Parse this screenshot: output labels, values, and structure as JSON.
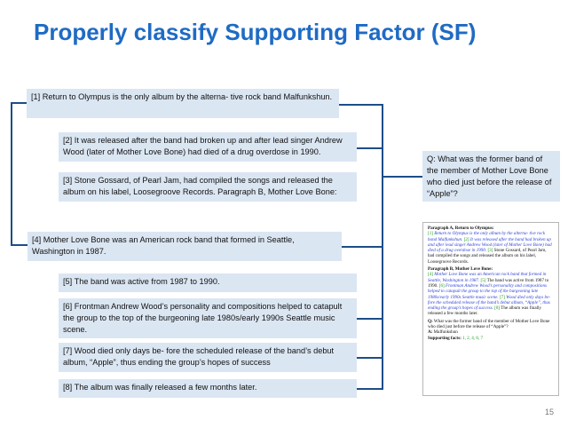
{
  "title": "Properly classify Supporting Factor (SF)",
  "sentences": [
    "[1] Return to Olympus is the only album by the alterna- tive rock band Malfunkshun.",
    "[2] It was released after the band had broken up and after lead singer Andrew Wood (later of Mother Love Bone) had died of a drug overdose in 1990.",
    "[3] Stone Gossard, of Pearl Jam, had compiled the songs and released the album on his label, Loosegroove Records. Paragraph B, Mother Love Bone:",
    "[4] Mother Love Bone was an American rock band that formed in Seattle, Washington in 1987.",
    "[5] The band was active from 1987 to 1990.",
    "[6] Frontman Andrew Wood’s personality and compositions helped to catapult the group to the top of the burgeoning late 1980s/early 1990s Seattle music scene.",
    "[7] Wood died only days be- fore the scheduled release of the band’s debut album, “Apple”, thus ending the group’s hopes of success",
    "[8] The album was finally released a few months later."
  ],
  "question": "Q: What was the former band of the member of Mother Love Bone who died just before the release of “Apple”?",
  "example": {
    "para_a_title": "Paragraph A, Return to Olympus:",
    "a1_num": "[1]",
    "a1_text": "Return to Olympus is the only album by the alterna- tive rock band Malfunkshun.",
    "a2_num": "[2]",
    "a2_text": "It was released after the band had broken up and after lead singer Andrew Wood (later of Mother Love Bone) had died of a drug overdose in 1990.",
    "a3_num": "[3]",
    "a3_text": "Stone Gossard, of Pearl Jam, had compiled the songs and released the album on his label, Loosegroove Records.",
    "para_b_title": "Paragraph B, Mother Love Bone:",
    "b4_num": "[4]",
    "b4_text": "Mother Love Bone was an American rock band that formed in Seattle, Washington in 1987.",
    "b5_num": "[5]",
    "b5_text": "The band was active from 1987 to 1990.",
    "b6_num": "[6]",
    "b6_text": "Frontman Andrew Wood’s personality and compositions helped to catapult the group to the top of the burgeoning late 1980s/early 1990s Seattle music scene.",
    "b7_num": "[7]",
    "b7_text": "Wood died only days be- fore the scheduled release of the band’s debut album, “Apple”, thus ending the group’s hopes of success.",
    "b8_num": "[8]",
    "b8_text": "The album was finally released a few months later.",
    "q_label": "Q:",
    "q_text": "What was the former band of the member of Mother Love Bone who died just before the release of “Apple”?",
    "a_label": "A:",
    "a_text": "Malfunkshun",
    "sf_label": "Supporting facts:",
    "sf_values": "1, 2, 4, 6, 7"
  },
  "page_number": "15",
  "colors": {
    "title": "#1f6bc4",
    "box": "#dbe6f3",
    "line": "#1d4d88",
    "supporting": "#2b3fd6",
    "sentence_num": "#1a9a1a"
  }
}
